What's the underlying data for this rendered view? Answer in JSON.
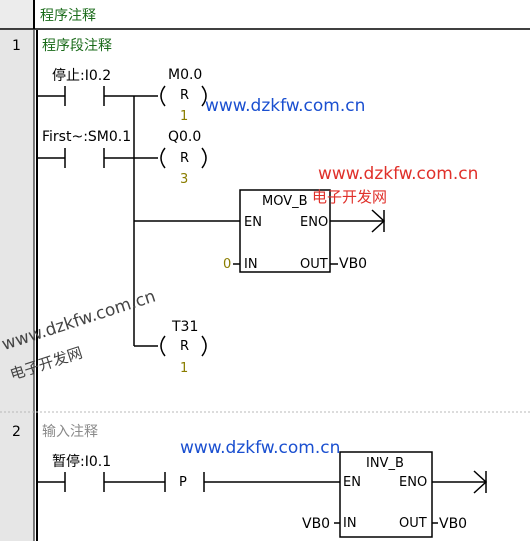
{
  "program_comment": {
    "label": "程序注释"
  },
  "networks": [
    {
      "number": "1",
      "comment": "程序段注释",
      "contacts": [
        {
          "label": "停止:I0.2"
        },
        {
          "label": "First~:SM0.1"
        }
      ],
      "coils": [
        {
          "address": "M0.0",
          "op": "R",
          "count": "1"
        },
        {
          "address": "Q0.0",
          "op": "R",
          "count": "3"
        },
        {
          "address": "T31",
          "op": "R",
          "count": "1"
        }
      ],
      "box": {
        "title": "MOV_B",
        "en": "EN",
        "eno": "ENO",
        "in": "IN",
        "out": "OUT",
        "in_value": "0",
        "out_value": "VB0"
      }
    },
    {
      "number": "2",
      "comment": "输入注释",
      "contacts": [
        {
          "label": "暂停:I0.1"
        }
      ],
      "edge": {
        "label": "P"
      },
      "box": {
        "title": "INV_B",
        "en": "EN",
        "eno": "ENO",
        "in": "IN",
        "out": "OUT",
        "in_value": "VB0",
        "out_value": "VB0"
      }
    }
  ],
  "watermarks": {
    "url": "www.dzkfw.com.cn",
    "site_cn": "电子开发网"
  },
  "colors": {
    "comment_green": "#1a6b1a",
    "count_olive": "#8a7d00",
    "line": "#000000",
    "gutter": "#d8d8d8",
    "watermark_blue": "#1a4fd0",
    "watermark_red": "#e0302a"
  }
}
